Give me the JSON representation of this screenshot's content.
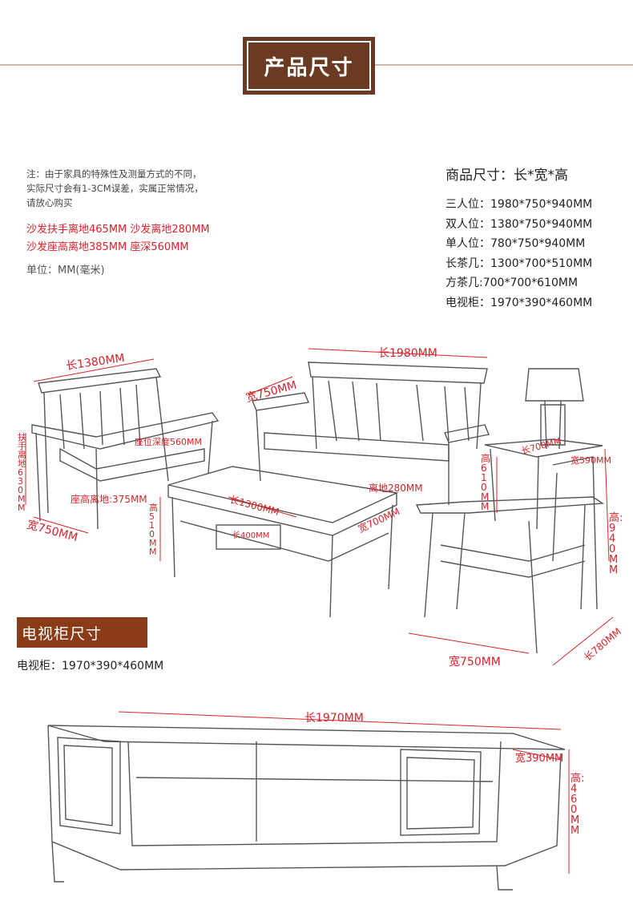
{
  "header": {
    "title": "产品尺寸"
  },
  "note": {
    "lines": [
      "注：由于家具的特殊性及测量方式的不同，",
      "实际尺寸会有1-3CM误差，实属正常情况，",
      "请放心购买"
    ]
  },
  "red_specs": [
    "沙发扶手离地465MM  沙发离地280MM",
    "沙发座高离地385MM 座深560MM"
  ],
  "unit": "单位：MM(毫米)",
  "spec": {
    "heading": "商品尺寸：长*宽*高",
    "rows": [
      "三人位：1980*750*940MM",
      "双人位：1380*750*940MM",
      "单人位：780*750*940MM",
      "长茶几：1300*700*510MM",
      "方茶几:700*700*610MM",
      "电视柜：1970*390*460MM"
    ]
  },
  "dims": {
    "loveseat_len": "长1380MM",
    "loveseat_arm": "扶手离地630MM",
    "loveseat_depth": "座位深度560MM",
    "loveseat_seat": "座高离地:375MM",
    "loveseat_width": "宽750MM",
    "sofa_len": "长1980MM",
    "sofa_width": "宽750MM",
    "table_len": "长1300MM",
    "table_drawer": "长400MM",
    "table_height": "高510MM",
    "table_ground": "离地280MM",
    "table_width": "宽700MM",
    "side_height": "高610MM",
    "side_len": "长700MM",
    "side_width": "宽590MM",
    "chair_height": "高:940MM",
    "chair_width": "宽750MM",
    "chair_len": "长780MM"
  },
  "tv": {
    "title": "电视柜尺寸",
    "text": "电视柜：1970*390*460MM",
    "len": "长1970MM",
    "width": "宽390MM",
    "height": "高:460MM"
  }
}
